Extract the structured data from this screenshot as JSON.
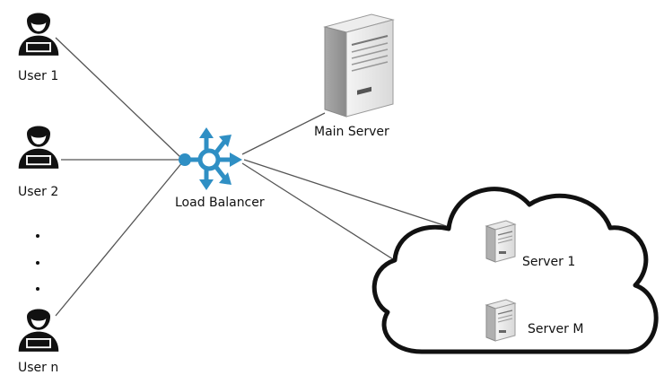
{
  "users": [
    {
      "label": "User 1"
    },
    {
      "label": "User 2"
    },
    {
      "label": "User n"
    }
  ],
  "load_balancer": {
    "label": "Load Balancer",
    "icon": "load-balancer-icon",
    "color": "#2f8fc4"
  },
  "main_server": {
    "label": "Main Server",
    "icon": "server-tower-icon"
  },
  "cloud": {
    "icon": "cloud-icon",
    "servers": [
      {
        "label": "Server 1",
        "icon": "server-icon"
      },
      {
        "label": "Server M",
        "icon": "server-icon"
      }
    ]
  }
}
